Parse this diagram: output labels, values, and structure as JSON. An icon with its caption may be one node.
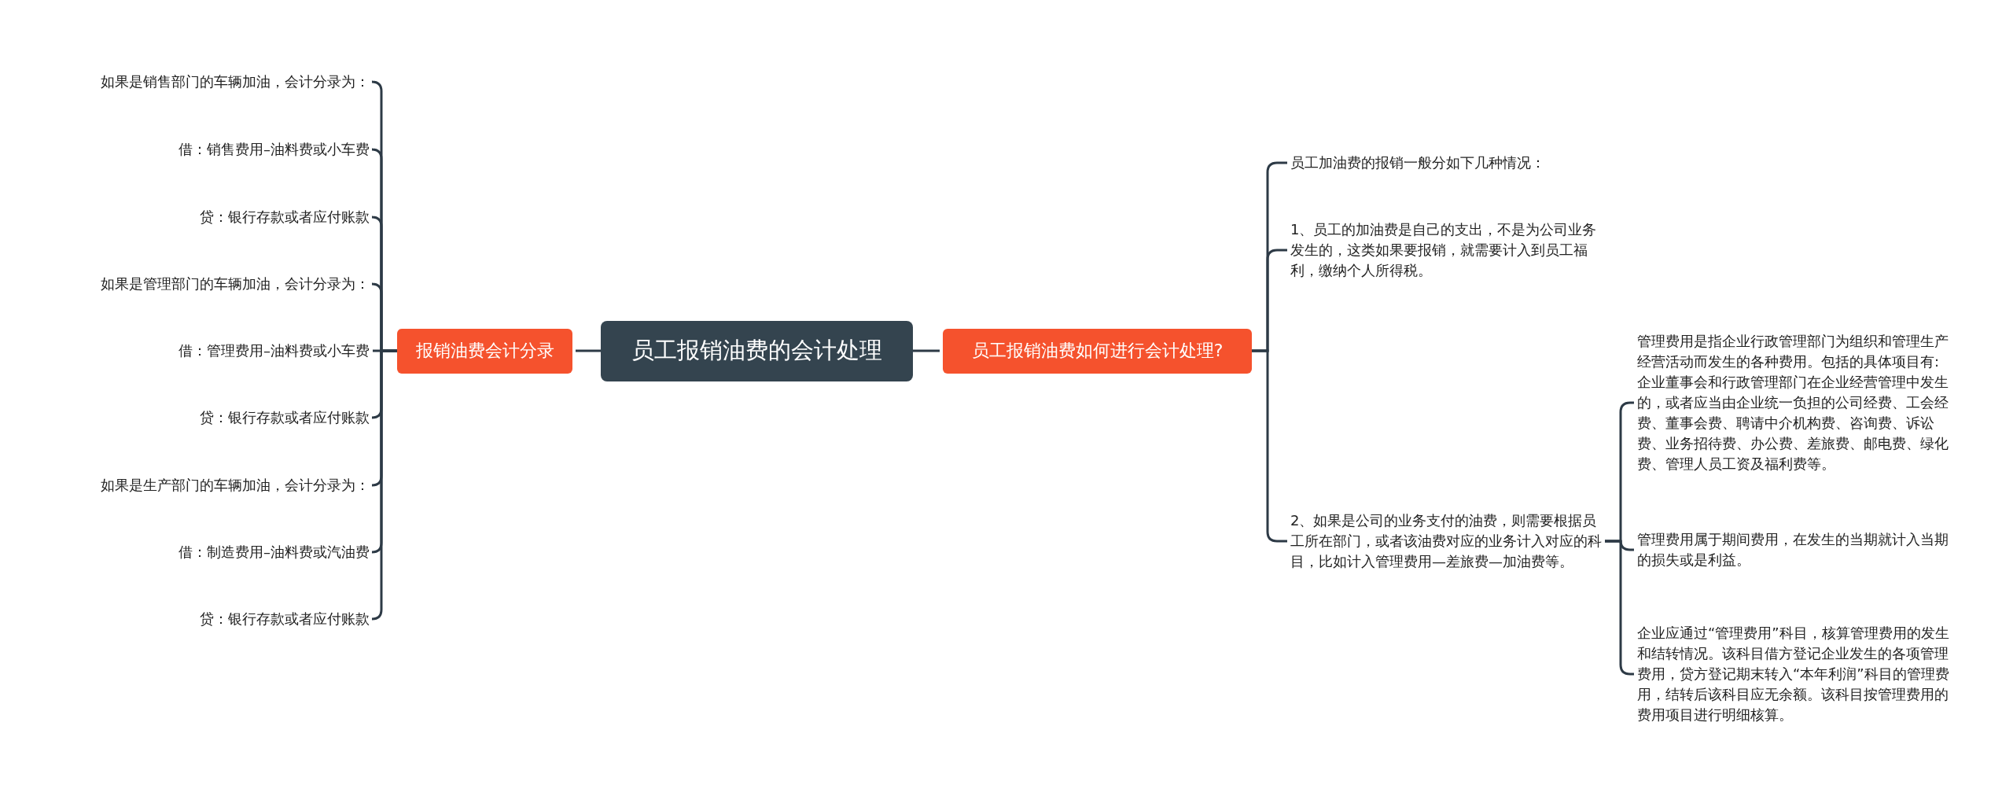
{
  "diagram": {
    "nodes": [
      {
        "text": [
          "员工报销油费的会计处理"
        ]
      },
      {
        "text": [
          "报销油费会计分录"
        ]
      },
      {
        "text": [
          "如果是销售部门的车辆加油，会计分录为："
        ]
      },
      {
        "text": [
          "借：销售费用–油料费或小车费"
        ]
      },
      {
        "text": [
          "贷：银行存款或者应付账款"
        ]
      },
      {
        "text": [
          "如果是管理部门的车辆加油，会计分录为："
        ]
      },
      {
        "text": [
          "借：管理费用–油料费或小车费"
        ]
      },
      {
        "text": [
          "贷：银行存款或者应付账款"
        ]
      },
      {
        "text": [
          "如果是生产部门的车辆加油，会计分录为："
        ]
      },
      {
        "text": [
          "借：制造费用–油料费或汽油费"
        ]
      },
      {
        "text": [
          "贷：银行存款或者应付账款"
        ]
      },
      {
        "text": [
          "员工报销油费如何进行会计处理?"
        ]
      },
      {
        "text": [
          "员工加油费的报销一般分如下几种情况："
        ]
      },
      {
        "text": [
          "1、员工的加油费是自己的支出，不是为公司业务发生的，这类如果要报销，就需要计入到员工福利，缴纳个人所得税。"
        ]
      },
      {
        "text": [
          "2、如果是公司的业务支付的油费，则需要根据员工所在部门，或者该油费对应的业务计入对应的科目，比如计入管理费用—差旅费—加油费等。"
        ]
      },
      {
        "text": [
          "管理费用是指企业行政管理部门为组织和管理生产经营活动而发生的各种费用。包括的具体项目有:企业董事会和行政管理部门在企业经营管理中发生的，或者应当由企业统一负担的公司经费、工会经费、董事会费、聘请中介机构费、咨询费、诉讼费、业务招待费、办公费、差旅费、邮电费、绿化费、管理人员工资及福利费等。"
        ]
      },
      {
        "text": [
          "管理费用属于期间费用，在发生的当期就计入当期的损失或是利益。"
        ]
      },
      {
        "text": [
          "企业应通过“管理费用”科目，核算管理费用的发生和结转情况。该科目借方登记企业发生的各项管理费用，贷方登记期末转入“本年利润”科目的管理费用，结转后该科目应无余额。该科目按管理费用的费用项目进行明细核算。"
        ]
      }
    ],
    "edges": [
      {
        "from": 0,
        "to": 1,
        "arrow": "none"
      },
      {
        "from": 1,
        "to": 2,
        "arrow": "none"
      },
      {
        "from": 1,
        "to": 3,
        "arrow": "none"
      },
      {
        "from": 1,
        "to": 4,
        "arrow": "none"
      },
      {
        "from": 1,
        "to": 5,
        "arrow": "none"
      },
      {
        "from": 1,
        "to": 6,
        "arrow": "none"
      },
      {
        "from": 1,
        "to": 7,
        "arrow": "none"
      },
      {
        "from": 1,
        "to": 8,
        "arrow": "none"
      },
      {
        "from": 1,
        "to": 9,
        "arrow": "none"
      },
      {
        "from": 1,
        "to": 10,
        "arrow": "none"
      },
      {
        "from": 0,
        "to": 11,
        "arrow": "none"
      },
      {
        "from": 11,
        "to": 12,
        "arrow": "none"
      },
      {
        "from": 11,
        "to": 13,
        "arrow": "none"
      },
      {
        "from": 11,
        "to": 14,
        "arrow": "none"
      },
      {
        "from": 14,
        "to": 15,
        "arrow": "none"
      },
      {
        "from": 14,
        "to": 16,
        "arrow": "none"
      },
      {
        "from": 14,
        "to": 17,
        "arrow": "none"
      }
    ]
  }
}
